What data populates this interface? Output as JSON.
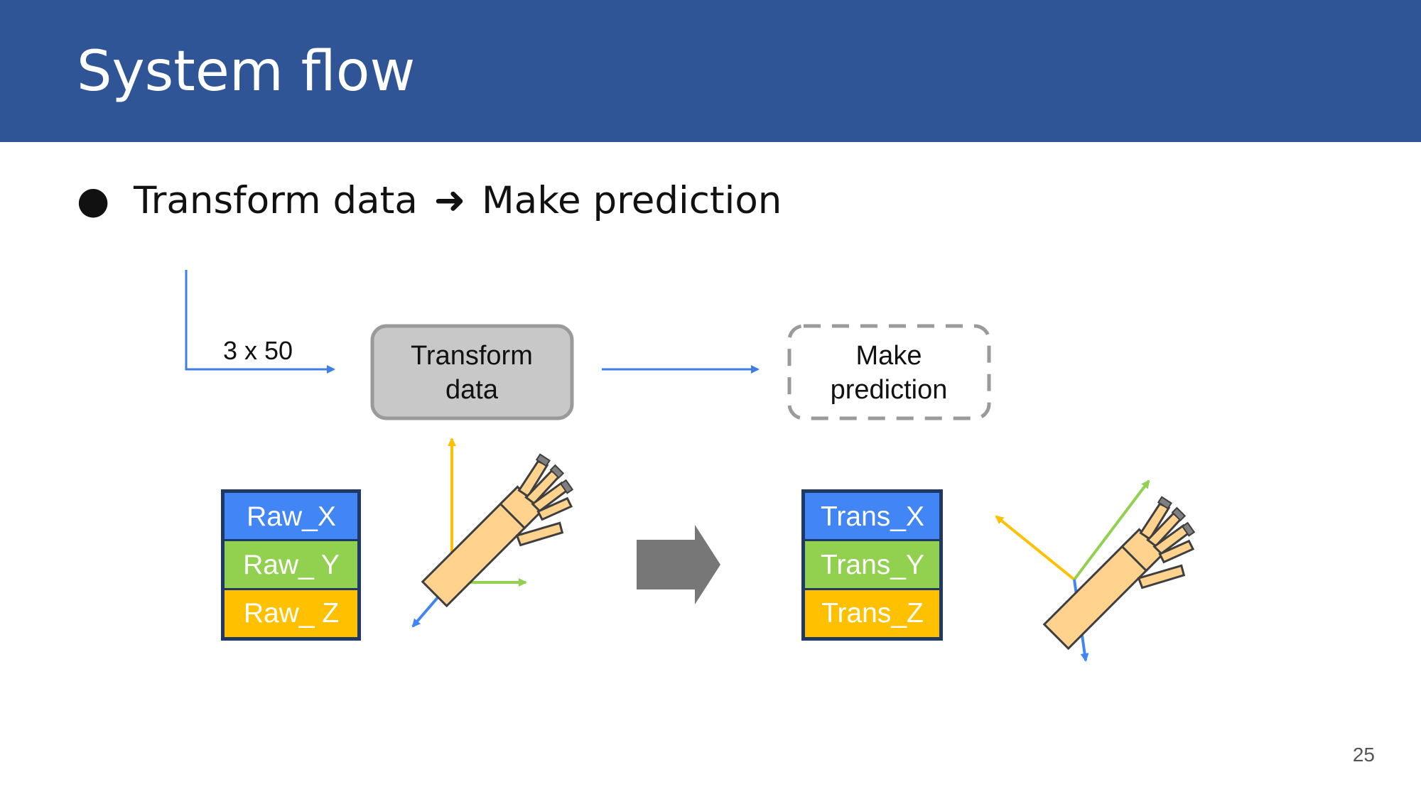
{
  "slide": {
    "title": "System flow",
    "bullet": {
      "marker": "●",
      "left": "Transform data",
      "arrow": "➜",
      "right": "Make prediction"
    },
    "page_number": "25"
  },
  "diagram": {
    "input_size": "3 x 50",
    "transform_box": {
      "line1": "Transform",
      "line2": "data"
    },
    "prediction_box": {
      "line1": "Make",
      "line2": "prediction"
    },
    "raw_table": [
      "Raw_X",
      "Raw_ Y",
      "Raw_ Z"
    ],
    "transformed_table": [
      "Trans_X",
      "Trans_Y",
      "Trans_Z"
    ],
    "colors": {
      "header": "#2f5597",
      "flow_blue": "#3f7fe0",
      "x_blue": "#4285f4",
      "y_green": "#92d050",
      "z_gold": "#ffc000",
      "table_border": "#1f3864",
      "gray_box": "#c8c8c8",
      "hand": "#ffd38e"
    },
    "icons": [
      "raw-hand-icon",
      "transformed-hand-icon",
      "process-arrow-icon"
    ]
  }
}
